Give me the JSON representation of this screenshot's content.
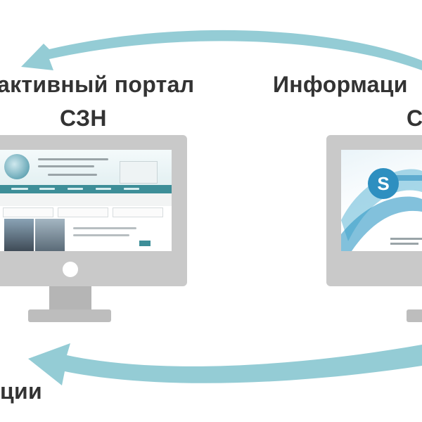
{
  "left_node": {
    "title_line1": "активный портал",
    "title_line2": "СЗН"
  },
  "right_node": {
    "title_line1": "Информаци",
    "title_line2": "С"
  },
  "bottom_label": "ции",
  "colors": {
    "arrow": "#8ec9d3",
    "monitor": "#c9c9c9",
    "monitor_dark": "#a9a9a9",
    "accent": "#3d8e98"
  }
}
